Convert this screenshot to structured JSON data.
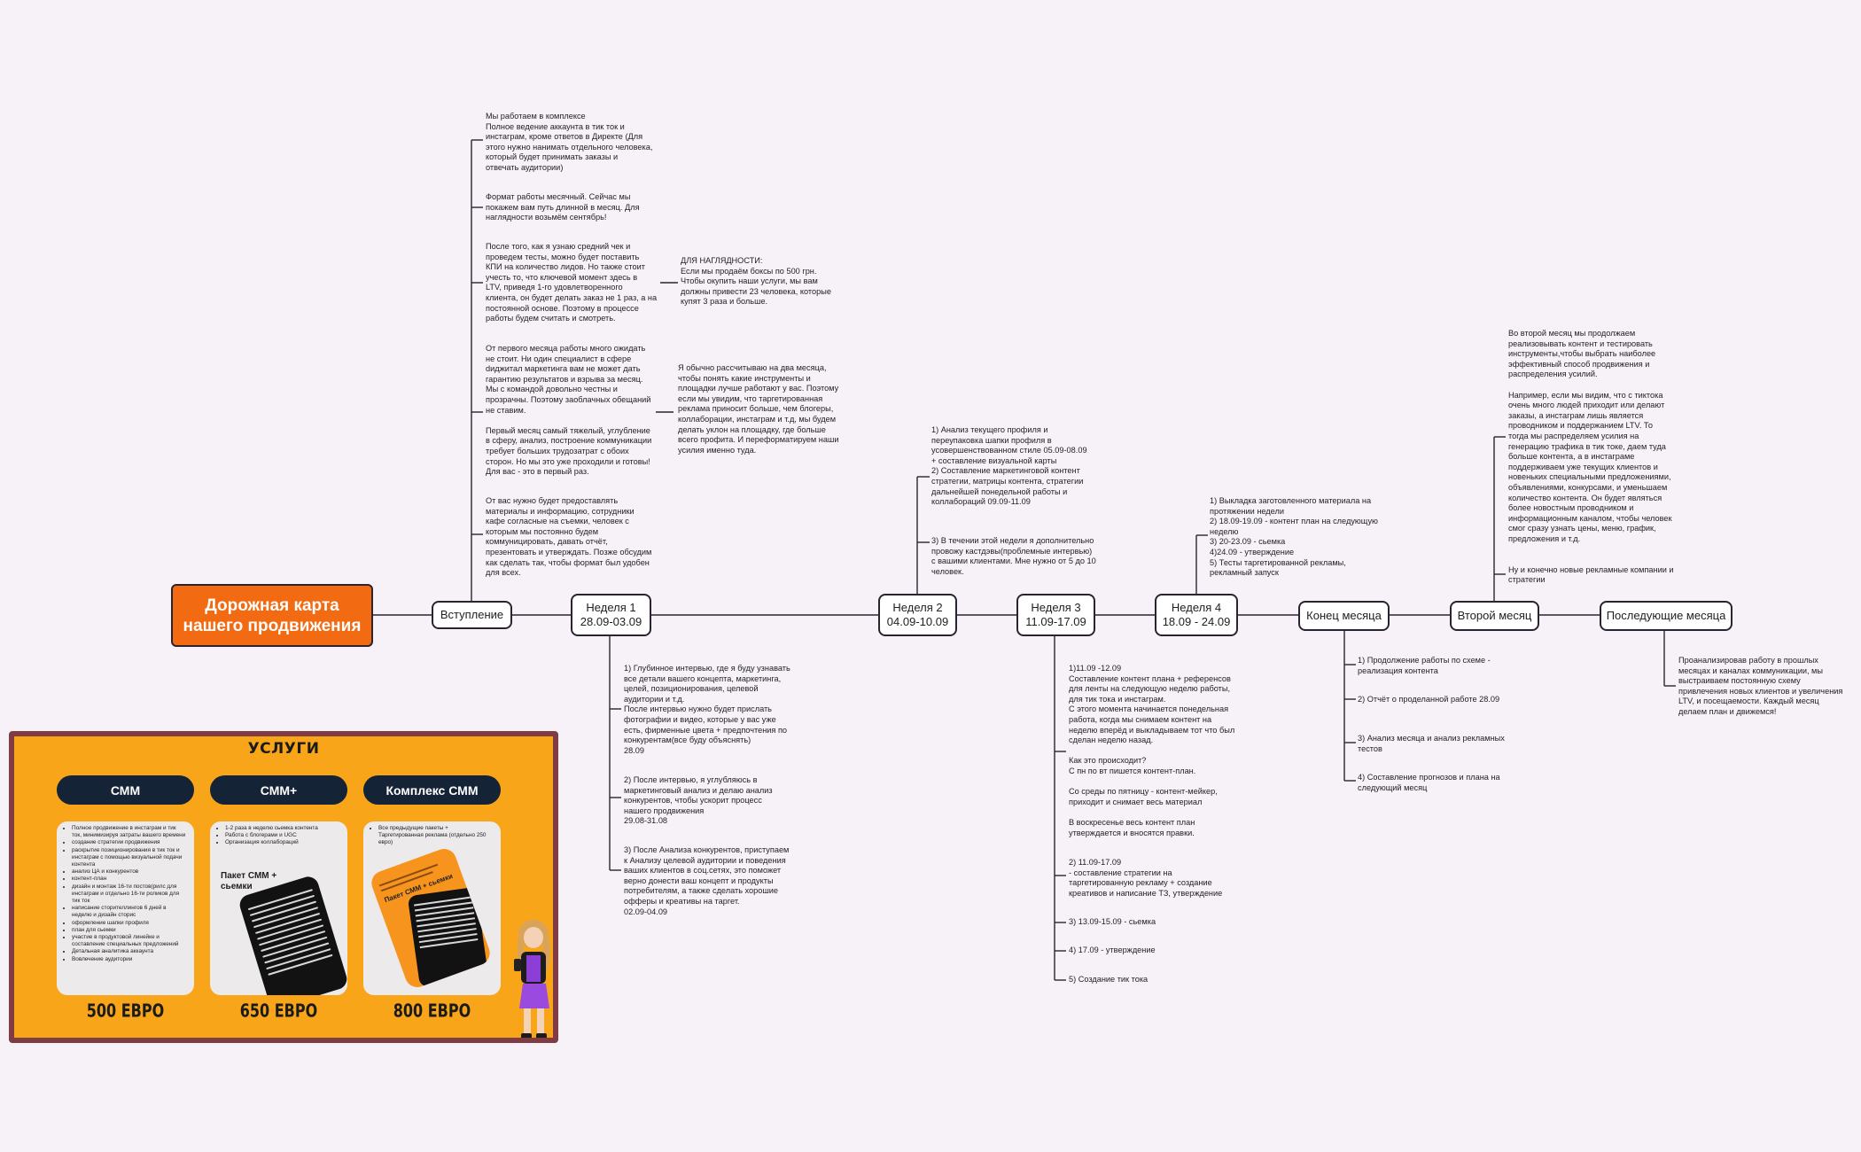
{
  "root": {
    "line1": "Дорожная карта",
    "line2": "нашего продвижения"
  },
  "nodes": {
    "intro": {
      "label": "Вступление"
    },
    "week1": {
      "line1": "Неделя 1",
      "line2": "28.09-03.09"
    },
    "week2": {
      "line1": "Неделя 2",
      "line2": "04.09-10.09"
    },
    "week3": {
      "line1": "Неделя 3",
      "line2": "11.09-17.09"
    },
    "week4": {
      "line1": "Неделя 4",
      "line2": "18.09 - 24.09"
    },
    "month_end": {
      "label": "Конец месяца"
    },
    "second_month": {
      "label": "Второй месяц"
    },
    "next_months": {
      "label": "Последующие месяца"
    }
  },
  "notes": {
    "intro": [
      "Мы работаем в комплексе\nПолное ведение аккаунта в тик ток и\nинстаграм, кроме ответов в Директе (Для\nэтого нужно нанимать отдельного человека,\nкоторый будет принимать заказы и\nотвечать аудитории)",
      "Формат работы месячный. Сейчас мы\nпокажем вам путь длинной в месяц. Для\nнаглядности возьмём сентябрь!",
      "После того, как я узнаю средний чек и\nпроведем тесты, можно будет поставить\nКПИ на количество лидов. Но также стоит\nучесть то, что ключевой момент здесь в\nLTV,  приведя 1-го удовлетворенного\nклиента, он будет делать заказ не 1 раз, а на\nпостоянной основе. Поэтому  в процессе\nработы будем считать и смотреть.",
      "От первого месяца работы много ожидать\nне стоит. Ни один специалист в сфере\ndиджитал маркетинга вам не может дать\nгарантию результатов и взрыва за месяц.\nМы с командой довольно честны и\nпрозрачны. Поэтому заоблачных обещаний\nне ставим.\n\nПервый месяц самый тяжелый, углубление\nв сферу, анализ, построение коммуникации\nтребует больших трудозатрат с обоих\nсторон. Но мы это уже проходили и готовы!\nДля вас - это в первый раз.",
      "От вас нужно будет предоставлять\nматериалы и информацию, сотрудники\nкафе согласные на съемки, человек с\nкоторым мы постоянно будем\nкоммуницировать, давать отчёт,\nпрезентовать и утверждать. Позже обсудим\nкак сделать так, чтобы формат был удобен\nдля всех."
    ],
    "intro_side": [
      "ДЛЯ НАГЛЯДНОСТИ:\nЕсли мы продаём боксы по 500 грн.\nЧтобы окупить наши услуги, мы вам\nдолжны привести 23 человека, которые\nкупят 3 раза и больше.",
      "Я обычно рассчитываю на два месяца,\nчтобы понять какие инструменты и\nплощадки лучше  работают у вас. Поэтому\nесли мы увидим, что таргетированная\nреклама приносит больше, чем блогеры,\nколлаборации, инстаграм и т.д, мы будем\nделать уклон на площадку, где больше\nвсего профита. И переформатируем наши\nусилия именно туда."
    ],
    "week1": [
      "1) Глубинное интервью, где я буду узнавать\nвсе детали вашего концепта, маркетинга,\nцелей, позиционирования, целевой\nаудитории и т.д.\nПосле интервью нужно будет прислать\nфотографии и видео, которые у вас уже\nесть, фирменные цвета + предпочтения по\nконкурентам(все буду объяснять)\n28.09",
      "2) После интервью, я углубляюсь в\nмаркетинговый анализ и делаю анализ\nконкурентов, чтобы ускорит процесс\nнашего продвижения\n29.08-31.08",
      "3) После Анализа конкурентов, приступаем\nк Анализу целевой аудитории и поведения\nваших клиентов в соц.сетях, это поможет\nверно донести ваш концепт и продукты\nпотребителям, а также сделать хорошие\nофферы и креативы на таргет.\n02.09-04.09"
    ],
    "week2": [
      "1) Анализ текущего профиля и\nпереупаковка шапки профиля в\nусовершенствованном стиле 05.09-08.09\n+ составление визуальной карты\n2) Составление маркетинговой контент\nстратегии, матрицы контента, стратегии\nдальнейшей понедельной работы и\nколлабораций 09.09-11.09",
      "3) В течении этой недели я дополнительно\nпровожу кастдэвы(проблемные интервью)\nс вашими клиентами. Мне нужно от 5 до 10\nчеловек."
    ],
    "week3": [
      "1)11.09 -12.09\nСоставление контент плана + референсов\nдля ленты на следующую неделю работы,\nдля тик тока и инстаграм.\nС этого момента начинается понедельная\nработа, когда мы снимаем контент на\nнеделю вперёд и выкладываем тот что был\nсделан неделю назад.\n\nКак это происходит?\nС пн по вт пишется контент-план.\n\nСо среды по пятницу - контент-мейкер,\nприходит и снимает весь материал\n\nВ воскресенье весь контент план\nутверждается и вносятся правки.",
      "2) 11.09-17.09\n- составление стратегии на\nтаргетированную рекламу + создание\nкреативов и написание ТЗ, утверждение",
      "3) 13.09-15.09 - сьемка",
      "4) 17.09 - утверждение",
      "5) Создание тик тока"
    ],
    "week4": "1) Выкладка заготовленного материала на\nпротяжении недели\n2) 18.09-19.09 - контент план на следующую\nнеделю\n3) 20-23.09 - сьемка\n4)24.09 - утверждение\n5) Тесты таргетированной рекламы,\nрекламный запуск",
    "month_end": [
      "1) Продолжение работы по схеме -\nреализация контента",
      "2) Отчёт о проделанной работе 28.09",
      "3) Анализ месяца и анализ рекламных\nтестов",
      "4) Составление прогнозов и плана на\nследующий месяц"
    ],
    "second_month": "Во второй месяц мы продолжаем\nреализовывать контент и тестировать\nинструменты,чтобы выбрать наиболее\nэффективный способ продвижения и\nраспределения усилий.\n\nНапример, если мы видим, что с тиктока\nочень много людей приходит или делают\nзаказы, а инстаграм лишь является\nпроводником и поддержанием LTV. То\nтогда мы распределяем усилия на\nгенерацию трафика в тик токе, даем туда\nбольше контента, а в инстаграме\nподдерживаем уже текущих клиентов и\nновеньких специальными предложениями,\nобъявлениями, конкурсами, и уменьшаем\nколичество контента. Он будет являться\nболее новостным проводником и\nинформационным каналом, чтобы человек\nсмог сразу узнать цены, меню, график,\nпредложения и т.д.\n\n\nНу и конечно новые рекламные компании и\nстратегии",
    "next_months": "Проанализировав работу в прошлых\nмесяцах и каналах коммуникации, мы\nвыстраиваем постоянную схему\nпривлечения новых клиентов и увеличения\nLTV, и посещаемости. Каждый месяц\nделаем план и движемся!"
  },
  "services": {
    "title": "УСЛУГИ",
    "cards": [
      {
        "name": "СММ",
        "price": "500 ЕВРО",
        "items": [
          "Полное продвижение в инстаграм и тик ток, минимизируя затраты вашего времени",
          "создание стратегии продвижения",
          "раскрытие позиционирования в тик ток и инстаграм с помощью визуальной подачи контента",
          "анализ ЦА и конкурентов",
          "контент-план",
          "дизайн и монтаж 16-ти постов(рилс для инстаграм и отдельно 16-ти роликов для тик ток",
          "написание сторителлингов 6 дней в неделю и дизайн сторис",
          "оформление шапки профиля",
          "план для сьемки",
          "участие в продуктовой линейке и составление специальных предложений",
          "Детальная аналитика аккаунта",
          "Вовлечение аудитории"
        ]
      },
      {
        "name": "СММ+",
        "price": "650 ЕВРО",
        "items": [
          "1-2 раза в неделю сьемка контента",
          "Работа с блогерами и UGC",
          "Организация коллабораций"
        ],
        "sub": "Пакет СММ + сьемки"
      },
      {
        "name": "Комплекс СММ",
        "price": "800 ЕВРО",
        "items": [
          "Все предыдущие пакеты + Таргетированная реклама (отдельно 250 евро)"
        ],
        "sub": "Пакет СММ + сьемки"
      }
    ]
  },
  "colors": {
    "root_bg": "#f26b12",
    "panel_bg": "#f9a51a",
    "panel_border": "#7f3c42",
    "pill_bg": "#152337",
    "line": "#2c2330"
  }
}
